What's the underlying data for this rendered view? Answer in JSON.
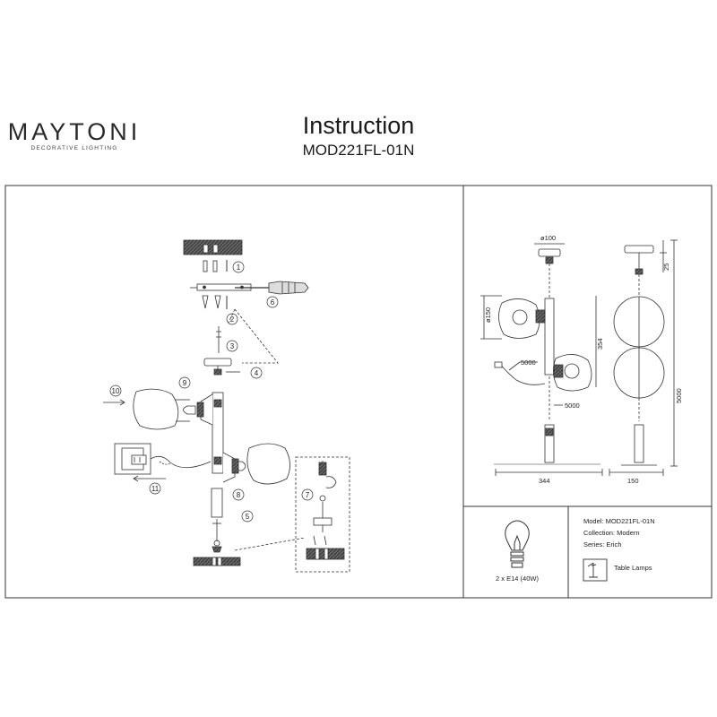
{
  "header": {
    "brand": "MAYTONI",
    "brand_tagline": "DECORATIVE LIGHTING",
    "title": "Instruction",
    "model_code": "MOD221FL-01N"
  },
  "assembly": {
    "steps": [
      "1",
      "2",
      "3",
      "4",
      "5",
      "6",
      "7",
      "8",
      "9",
      "10",
      "11"
    ]
  },
  "dimensions": {
    "canopy_diameter": "ø100",
    "shade_diameter": "ø150",
    "canopy_height": "25",
    "body_height": "354",
    "total_height": "5000",
    "cable_length_1": "5000",
    "cable_length_2": "5000",
    "total_width": "344",
    "side_width": "150"
  },
  "bulb": {
    "spec": "2 x E14 (40W)"
  },
  "product_info": {
    "model": "Model: MOD221FL-01N",
    "collection": "Collection: Modern",
    "series": "Series: Erich",
    "category": "Table Lamps"
  }
}
